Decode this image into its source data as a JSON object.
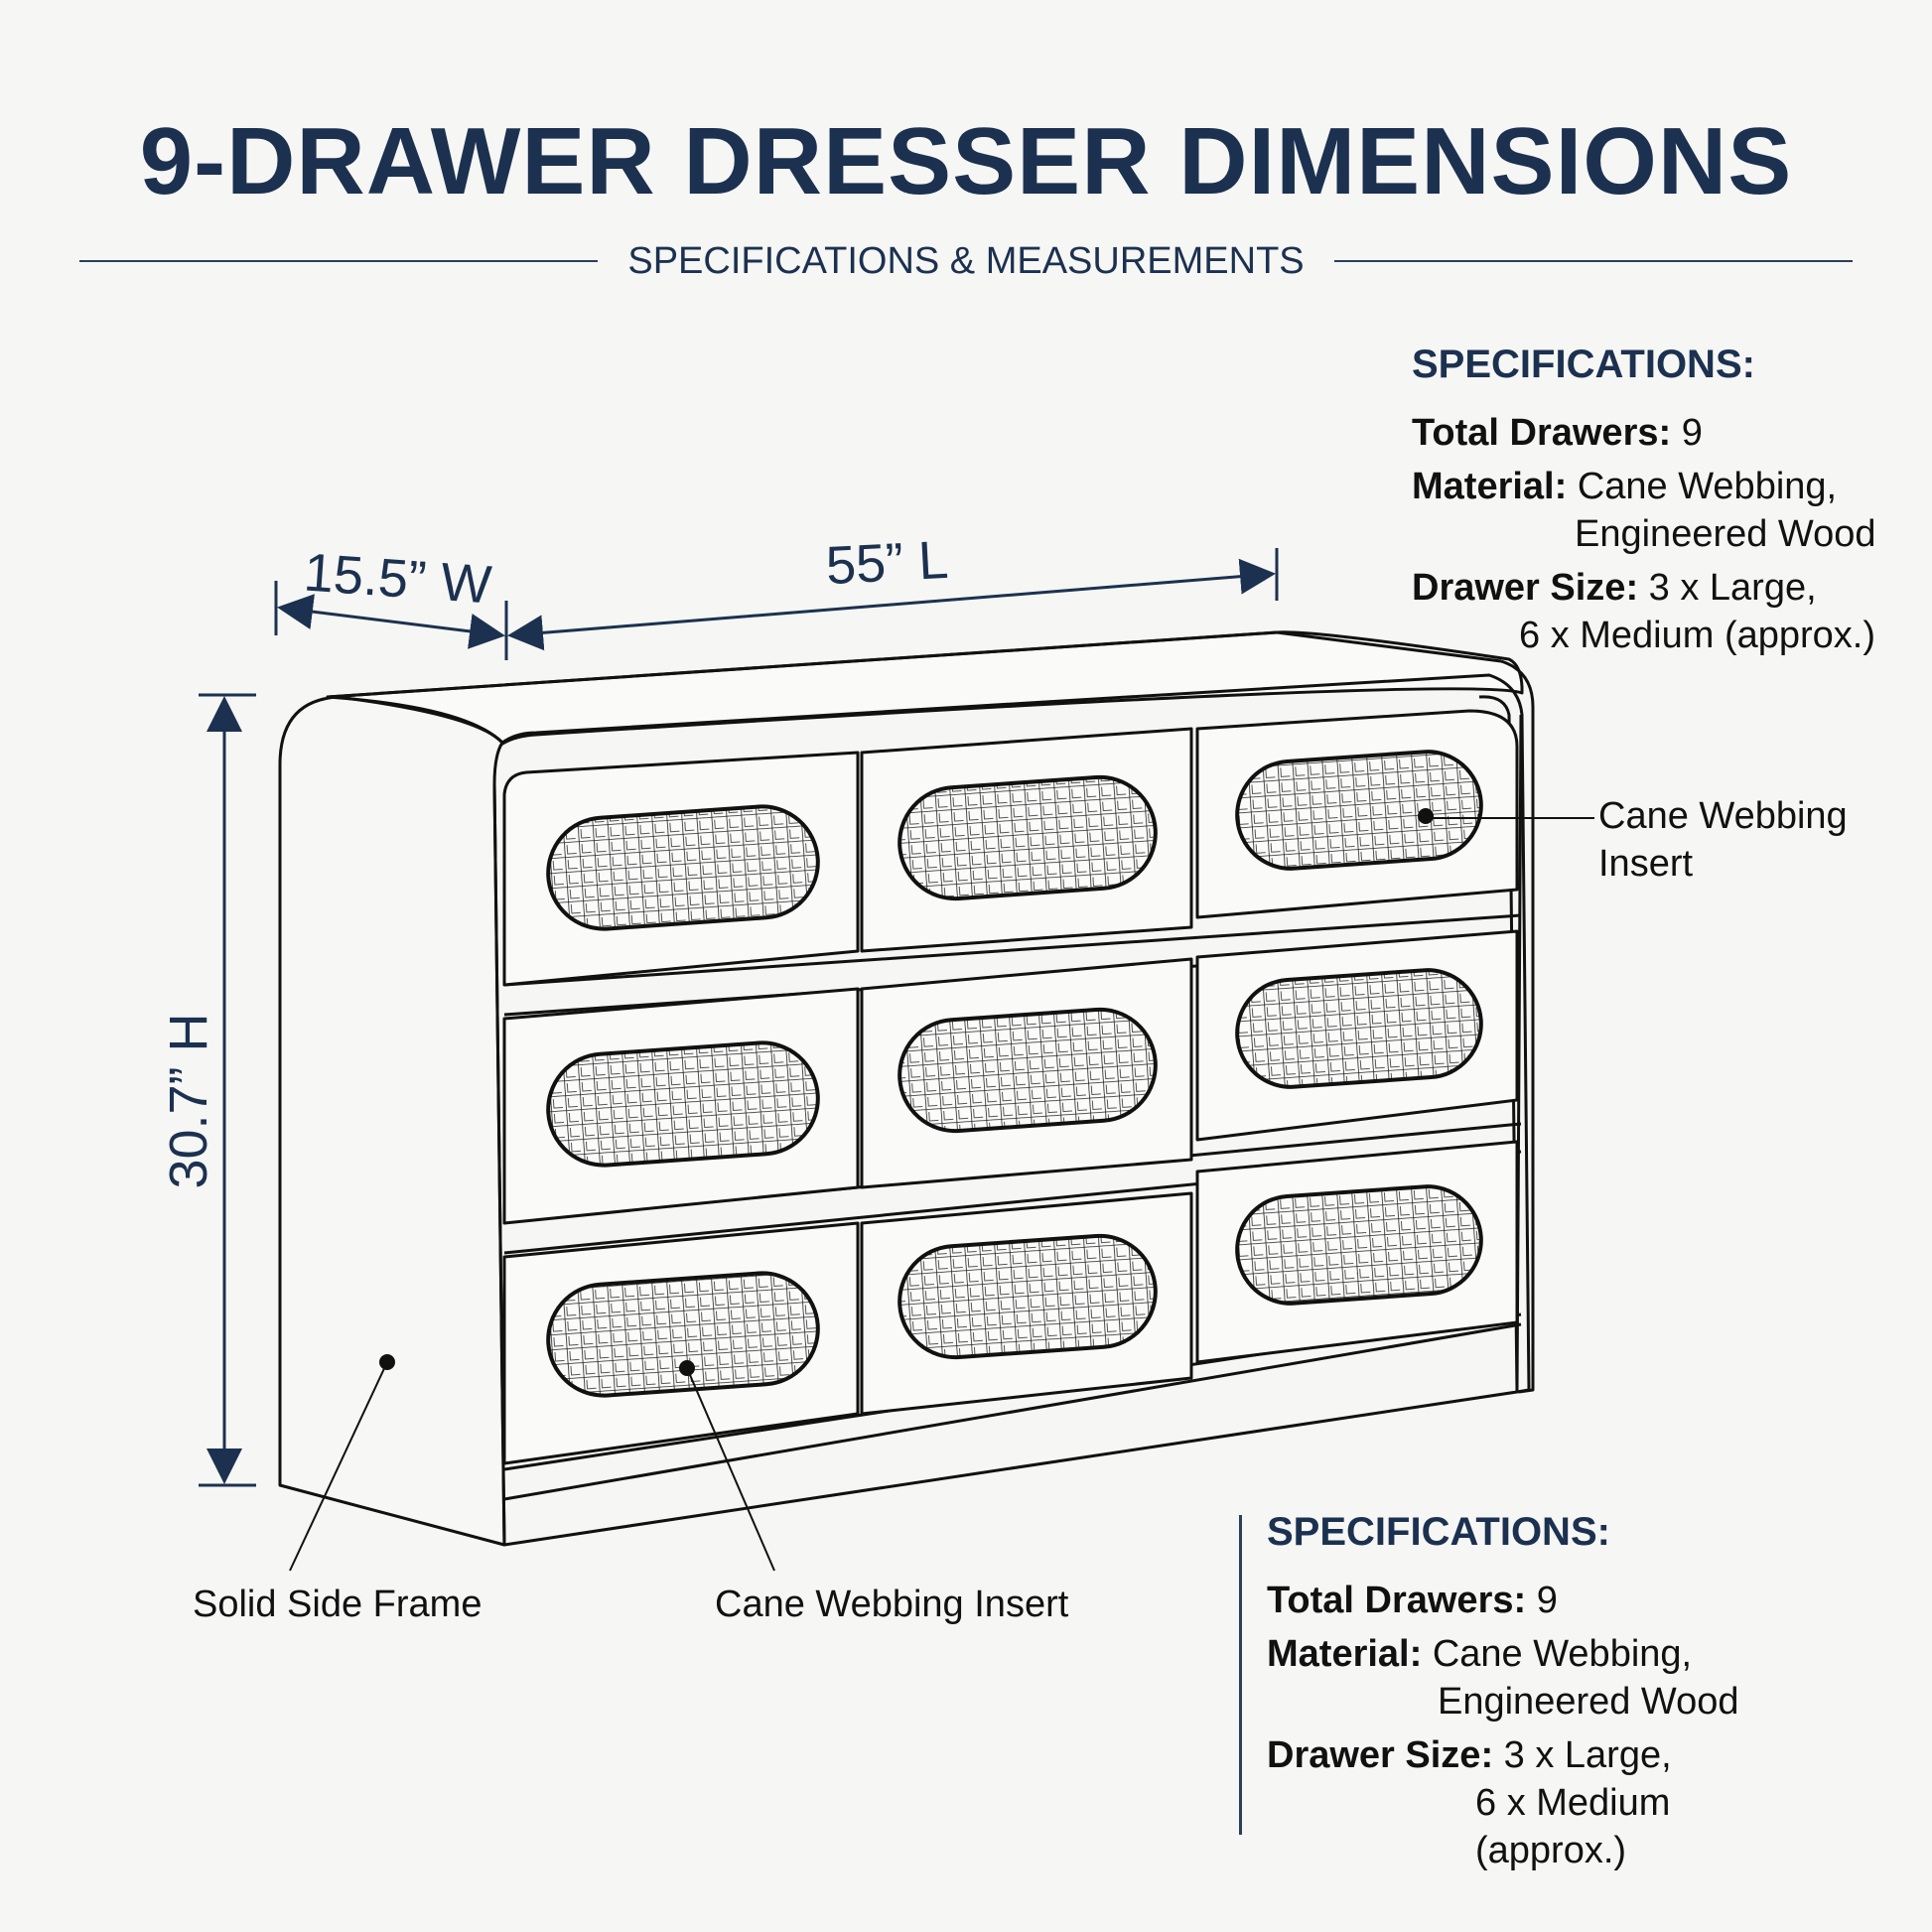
{
  "header": {
    "title": "9-DRAWER DRESSER DIMENSIONS",
    "subtitle": "SPECIFICATIONS & MEASUREMENTS"
  },
  "dimensions": {
    "width": "15.5” W",
    "length": "55” L",
    "height": "30.7” H"
  },
  "callouts": {
    "cane_top": "Cane Webbing Insert",
    "cane_bottom": "Cane Webbing Insert",
    "side_frame": "Solid Side Frame"
  },
  "specs_top": {
    "heading": "SPECIFICATIONS:",
    "drawers_key": "Total Drawers:",
    "drawers_val": "9",
    "material_key": "Material:",
    "material_val": "Cane Webbing,",
    "material_val2": "Engineered Wood",
    "size_key": "Drawer Size:",
    "size_val": "3 x Large,",
    "size_val2": "6 x Medium (approx.)"
  },
  "specs_bottom": {
    "heading": "SPECIFICATIONS:",
    "drawers_key": "Total Drawers:",
    "drawers_val": "9",
    "material_key": "Material:",
    "material_val": "Cane Webbing,",
    "material_val2": "Engineered Wood",
    "size_key": "Drawer Size:",
    "size_val": "3 x Large,",
    "size_val2": "6 x Medium (approx.)"
  },
  "colors": {
    "navy": "#1c3150",
    "line": "#111111",
    "background": "#f6f6f4"
  }
}
